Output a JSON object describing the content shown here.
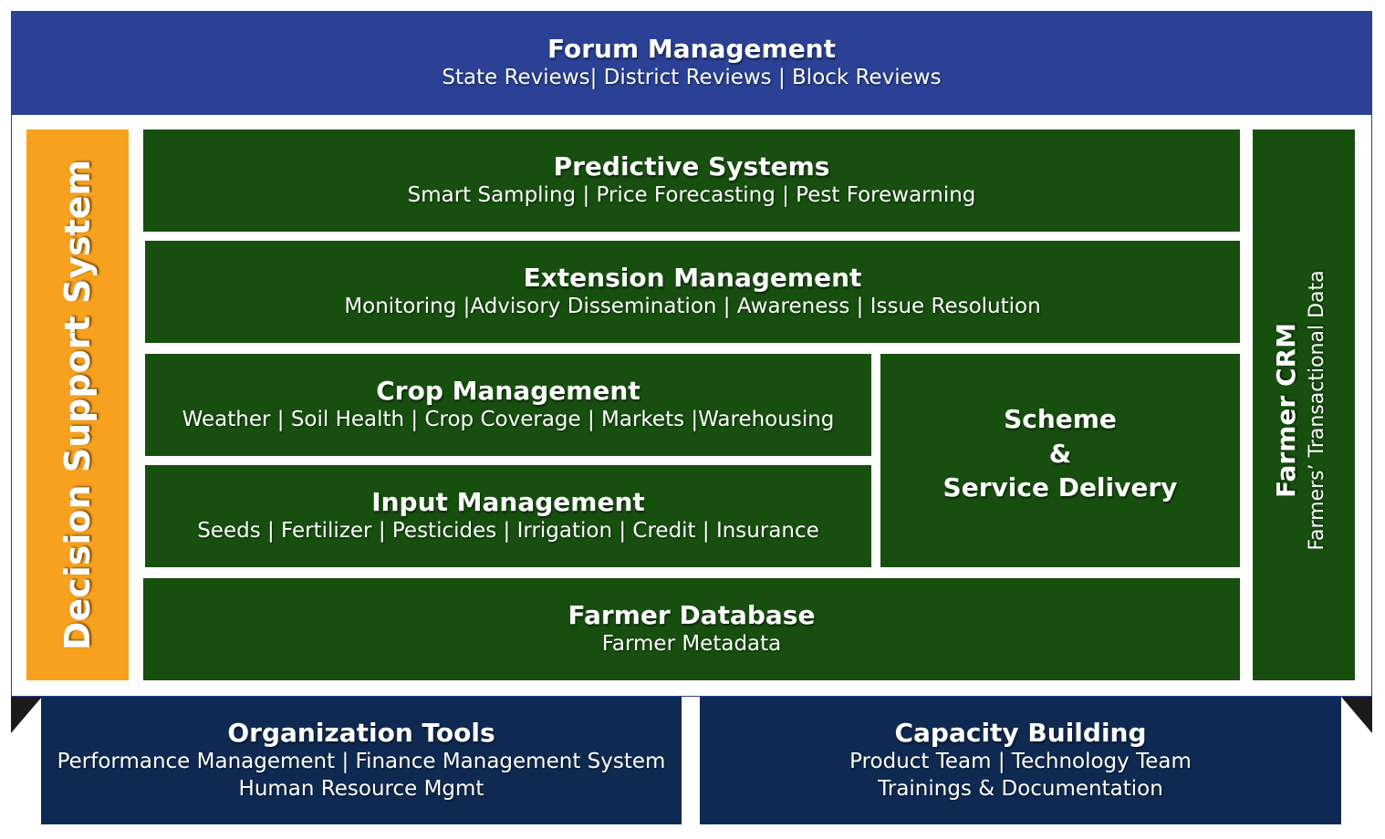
{
  "forum": {
    "title": "Forum Management",
    "subtitle": "State Reviews| District Reviews | Block Reviews"
  },
  "dss": {
    "title": "Decision Support System"
  },
  "predictive": {
    "title": "Predictive Systems",
    "subtitle": "Smart Sampling | Price Forecasting | Pest Forewarning"
  },
  "extension": {
    "title": "Extension Management",
    "subtitle": "Monitoring |Advisory Dissemination | Awareness | Issue Resolution"
  },
  "crop": {
    "title": "Crop Management",
    "subtitle": "Weather | Soil Health | Crop Coverage | Markets |Warehousing"
  },
  "input": {
    "title": "Input Management",
    "subtitle": "Seeds | Fertilizer | Pesticides | Irrigation | Credit | Insurance"
  },
  "scheme": {
    "line1": "Scheme",
    "line2": "&",
    "line3": "Service Delivery"
  },
  "farmer_db": {
    "title": "Farmer Database",
    "subtitle": "Farmer Metadata"
  },
  "crm": {
    "title": "Farmer CRM",
    "subtitle": "Farmers’ Transactional Data"
  },
  "org_tools": {
    "title": "Organization Tools",
    "line1": "Performance Management | Finance Management System",
    "line2": "Human Resource Mgmt"
  },
  "capacity": {
    "title": "Capacity Building",
    "line1": "Product Team | Technology Team",
    "line2": "Trainings & Documentation"
  },
  "colors": {
    "header": "#2a4196",
    "green": "#174f0f",
    "orange": "#f7a11e",
    "navy": "#0f2a52"
  }
}
